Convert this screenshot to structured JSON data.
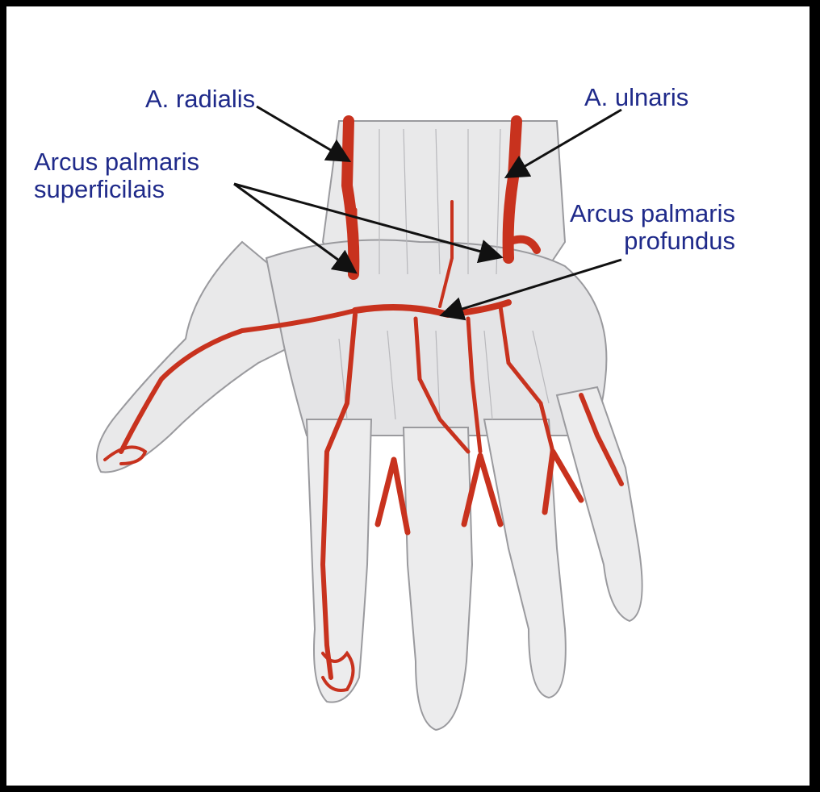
{
  "labels": {
    "a_radialis": "A. radialis",
    "a_ulnaris": "A. ulnaris",
    "arcus_superficialis_line1": "Arcus palmaris",
    "arcus_superficialis_line2": "superficilais",
    "arcus_profundus_line1": "Arcus palmaris",
    "arcus_profundus_line2": "profundus"
  },
  "colors": {
    "label_text": "#1f2a8a",
    "artery": "#c8321e",
    "tissue": "#e9e9ea",
    "tissue_shade": "#9a9a9e",
    "background": "#ffffff",
    "frame": "#000000"
  }
}
